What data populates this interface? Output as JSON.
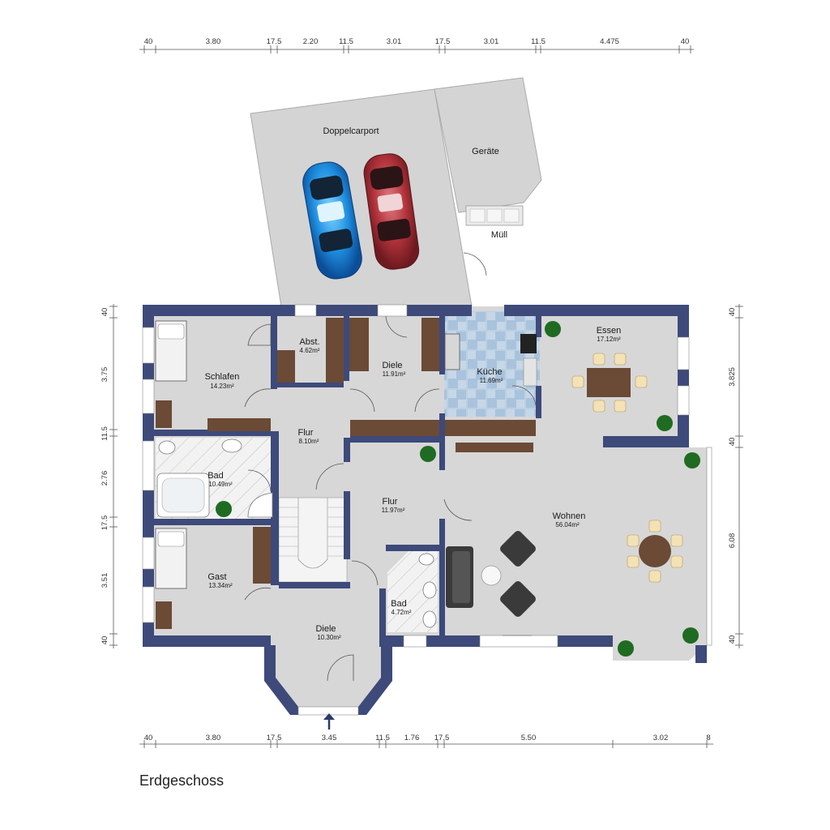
{
  "plan_title": "Erdgeschoss",
  "colors": {
    "wall": "#3d4a7a",
    "floor": "#d7d7d7",
    "wood": "#6b4a36",
    "tile": "#a9c3dc"
  },
  "dimensions": {
    "top": [
      "40",
      "3.80",
      "17.5",
      "2.20",
      "11.5",
      "3.01",
      "17.5",
      "3.01",
      "11.5",
      "4.475",
      "40"
    ],
    "bottom": [
      "40",
      "3.80",
      "17.5",
      "3.45",
      "11.5",
      "1.76",
      "17.5",
      "5.50",
      "3.02",
      "8"
    ],
    "left": [
      "40",
      "3.75",
      "11.5",
      "2.76",
      "17.5",
      "3.51",
      "40"
    ],
    "right": [
      "40",
      "3.825",
      "40",
      "6.08",
      "40"
    ]
  },
  "outdoor": {
    "carport": "Doppelcarport",
    "shed": "Geräte",
    "bins": "Müll"
  },
  "rooms": {
    "schlafen": {
      "name": "Schlafen",
      "area": "14.23m²"
    },
    "abst": {
      "name": "Abst.",
      "area": "4.62m²"
    },
    "diele_top": {
      "name": "Diele",
      "area": "11.91m²"
    },
    "kueche": {
      "name": "Küche",
      "area": "11.69m²"
    },
    "essen": {
      "name": "Essen",
      "area": "17.12m²"
    },
    "flur_left": {
      "name": "Flur",
      "area": "8.10m²"
    },
    "bad_large": {
      "name": "Bad",
      "area": "10.49m²"
    },
    "flur_center": {
      "name": "Flur",
      "area": "11.97m²"
    },
    "wohnen": {
      "name": "Wohnen",
      "area": "56.04m²"
    },
    "gast": {
      "name": "Gast",
      "area": "13.34m²"
    },
    "diele_bottom": {
      "name": "Diele",
      "area": "10.30m²"
    },
    "bad_small": {
      "name": "Bad",
      "area": "4.72m²"
    }
  }
}
